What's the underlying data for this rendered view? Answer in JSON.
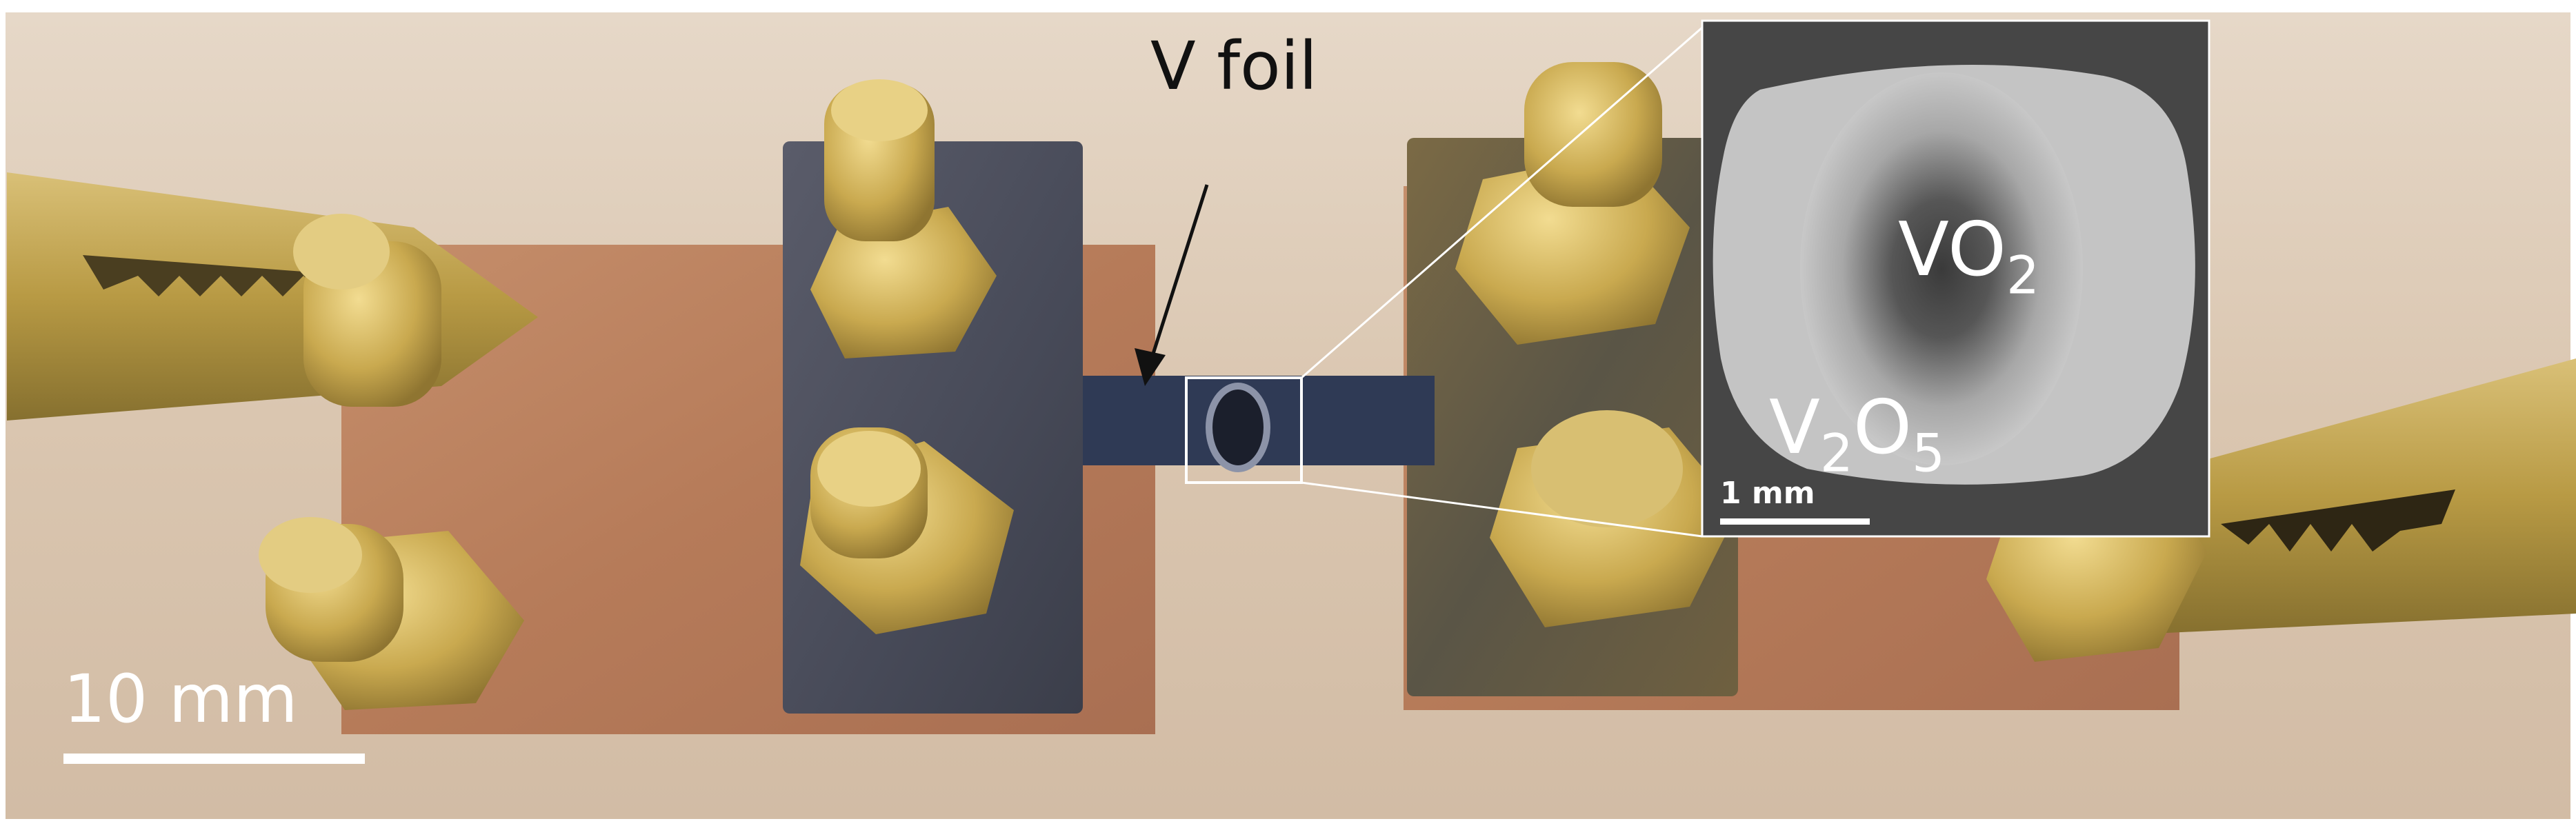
{
  "figure": {
    "foil_label": "V foil",
    "main_scale_label": "10 mm",
    "inset": {
      "phase_center": {
        "base": "VO",
        "sub": "2"
      },
      "phase_outer": {
        "base1": "V",
        "sub1": "2",
        "base2": "O",
        "sub2": "5"
      },
      "scale_label": "1 mm"
    }
  },
  "colors": {
    "background_wood": "#dcc9b4",
    "copper": "#b9805e",
    "dark_steel": "#4e5160",
    "brass": "#c9a94f",
    "inset_bg": "#454545"
  }
}
